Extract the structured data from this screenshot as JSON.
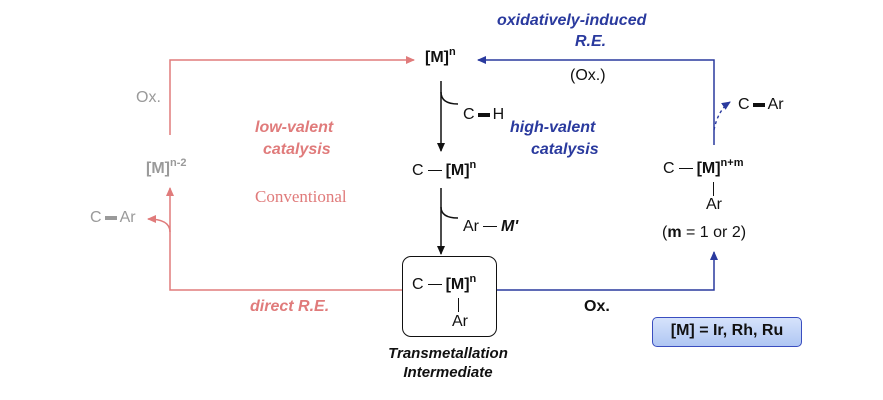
{
  "nodes": {
    "top_metal": {
      "base": "[M]",
      "sup": "n"
    },
    "low_metal": {
      "base": "[M]",
      "sup": "n-2"
    },
    "ch_sub": {
      "c": "C",
      "h": "H"
    },
    "cm_node": {
      "c": "C",
      "m": "[M]",
      "sup": "n"
    },
    "arm_reagent": {
      "ar": "Ar",
      "m": "M'"
    },
    "inter": {
      "c": "C",
      "m": "[M]",
      "sup": "n",
      "ar": "Ar"
    },
    "high_metal": {
      "c": "C",
      "m": "[M]",
      "sup": "n+m",
      "ar": "Ar"
    },
    "product_left": {
      "c": "C",
      "ar": "Ar"
    },
    "product_right": {
      "c": "C",
      "ar": "Ar"
    }
  },
  "labels": {
    "ox_left": "Ox.",
    "low_valent": [
      "low-valent",
      "catalysis"
    ],
    "conventional": "Conventional",
    "direct_re": "direct R.E.",
    "high_valent": [
      "high-valent",
      "catalysis"
    ],
    "ox_induced": [
      "oxidatively-induced",
      "R.E."
    ],
    "ox_paren": "(Ox.)",
    "m_value": {
      "pre": "(",
      "m": "m",
      "post": " = 1 or 2)"
    },
    "ox_bottom": "Ox.",
    "inter_caption": [
      "Transmetallation",
      "Intermediate"
    ],
    "metal_legend": "[M] = Ir, Rh, Ru"
  },
  "colors": {
    "pink": "#e07b7b",
    "blue": "#2a3a9e",
    "grey": "#9a9a9a",
    "black": "#111111",
    "legend_fill": "#c3d4f6",
    "legend_border": "#3a4ec0"
  }
}
